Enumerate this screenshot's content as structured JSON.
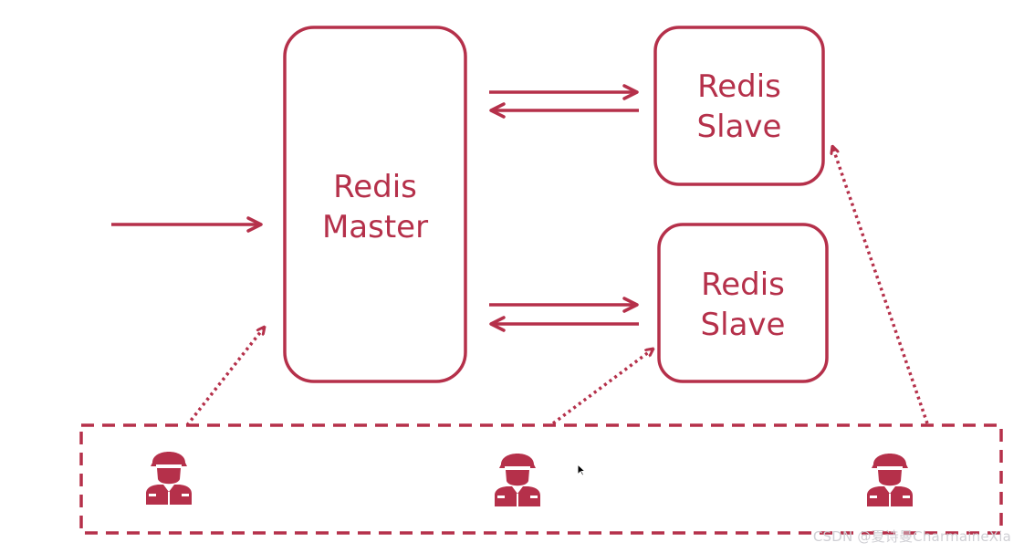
{
  "colors": {
    "accent": "#b5304a",
    "background": "#ffffff",
    "watermark": "#cfcfd4"
  },
  "nodes": {
    "master": {
      "line1": "Redis",
      "line2": "Master"
    },
    "slave_top": {
      "line1": "Redis",
      "line2": "Slave"
    },
    "slave_bottom": {
      "line1": "Redis",
      "line2": "Slave"
    }
  },
  "sentinels": {
    "group": "dashed-box",
    "count": 3,
    "icon": "soldier-icon"
  },
  "watermark": "CSDN @夏诗曼CharmaineXia"
}
